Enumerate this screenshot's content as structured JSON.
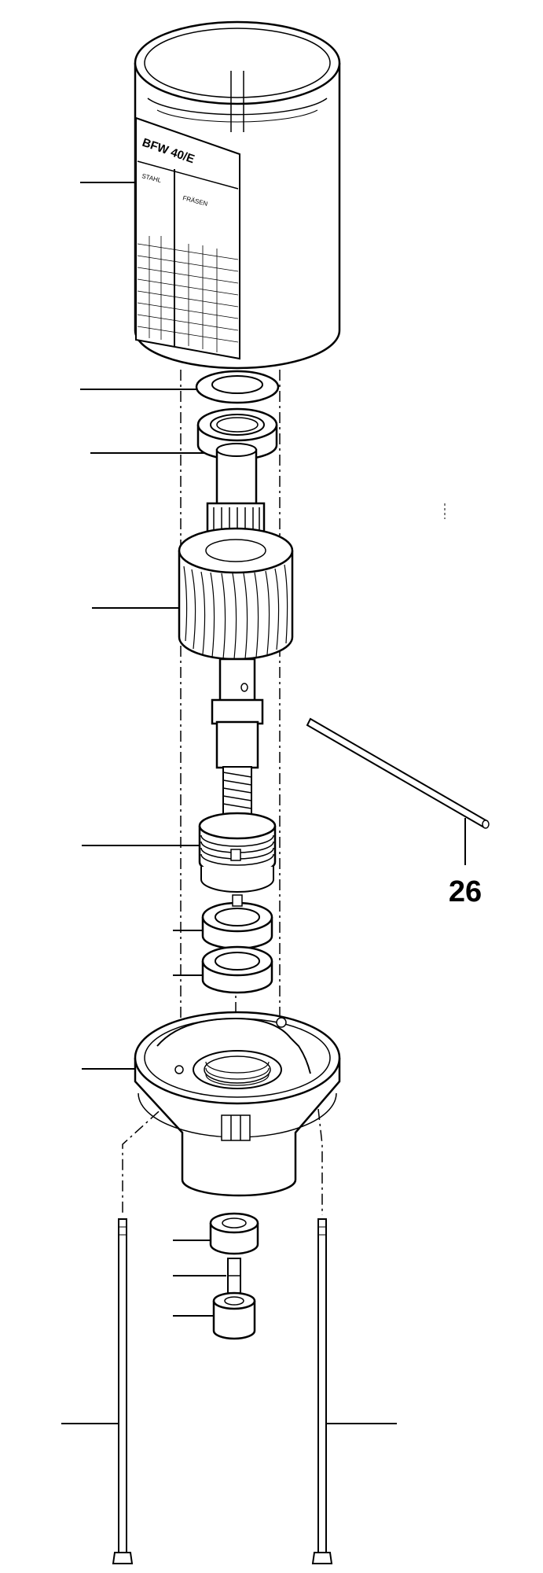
{
  "canister": {
    "title": "BFW 40/E",
    "col_left_header": "STAHL",
    "col_right_header": "FRÄSEN"
  },
  "callouts": [
    {
      "id": "26",
      "label": "26"
    }
  ],
  "colors": {
    "ink": "#000000",
    "paper": "#ffffff",
    "shade": "#d8d8d8"
  }
}
